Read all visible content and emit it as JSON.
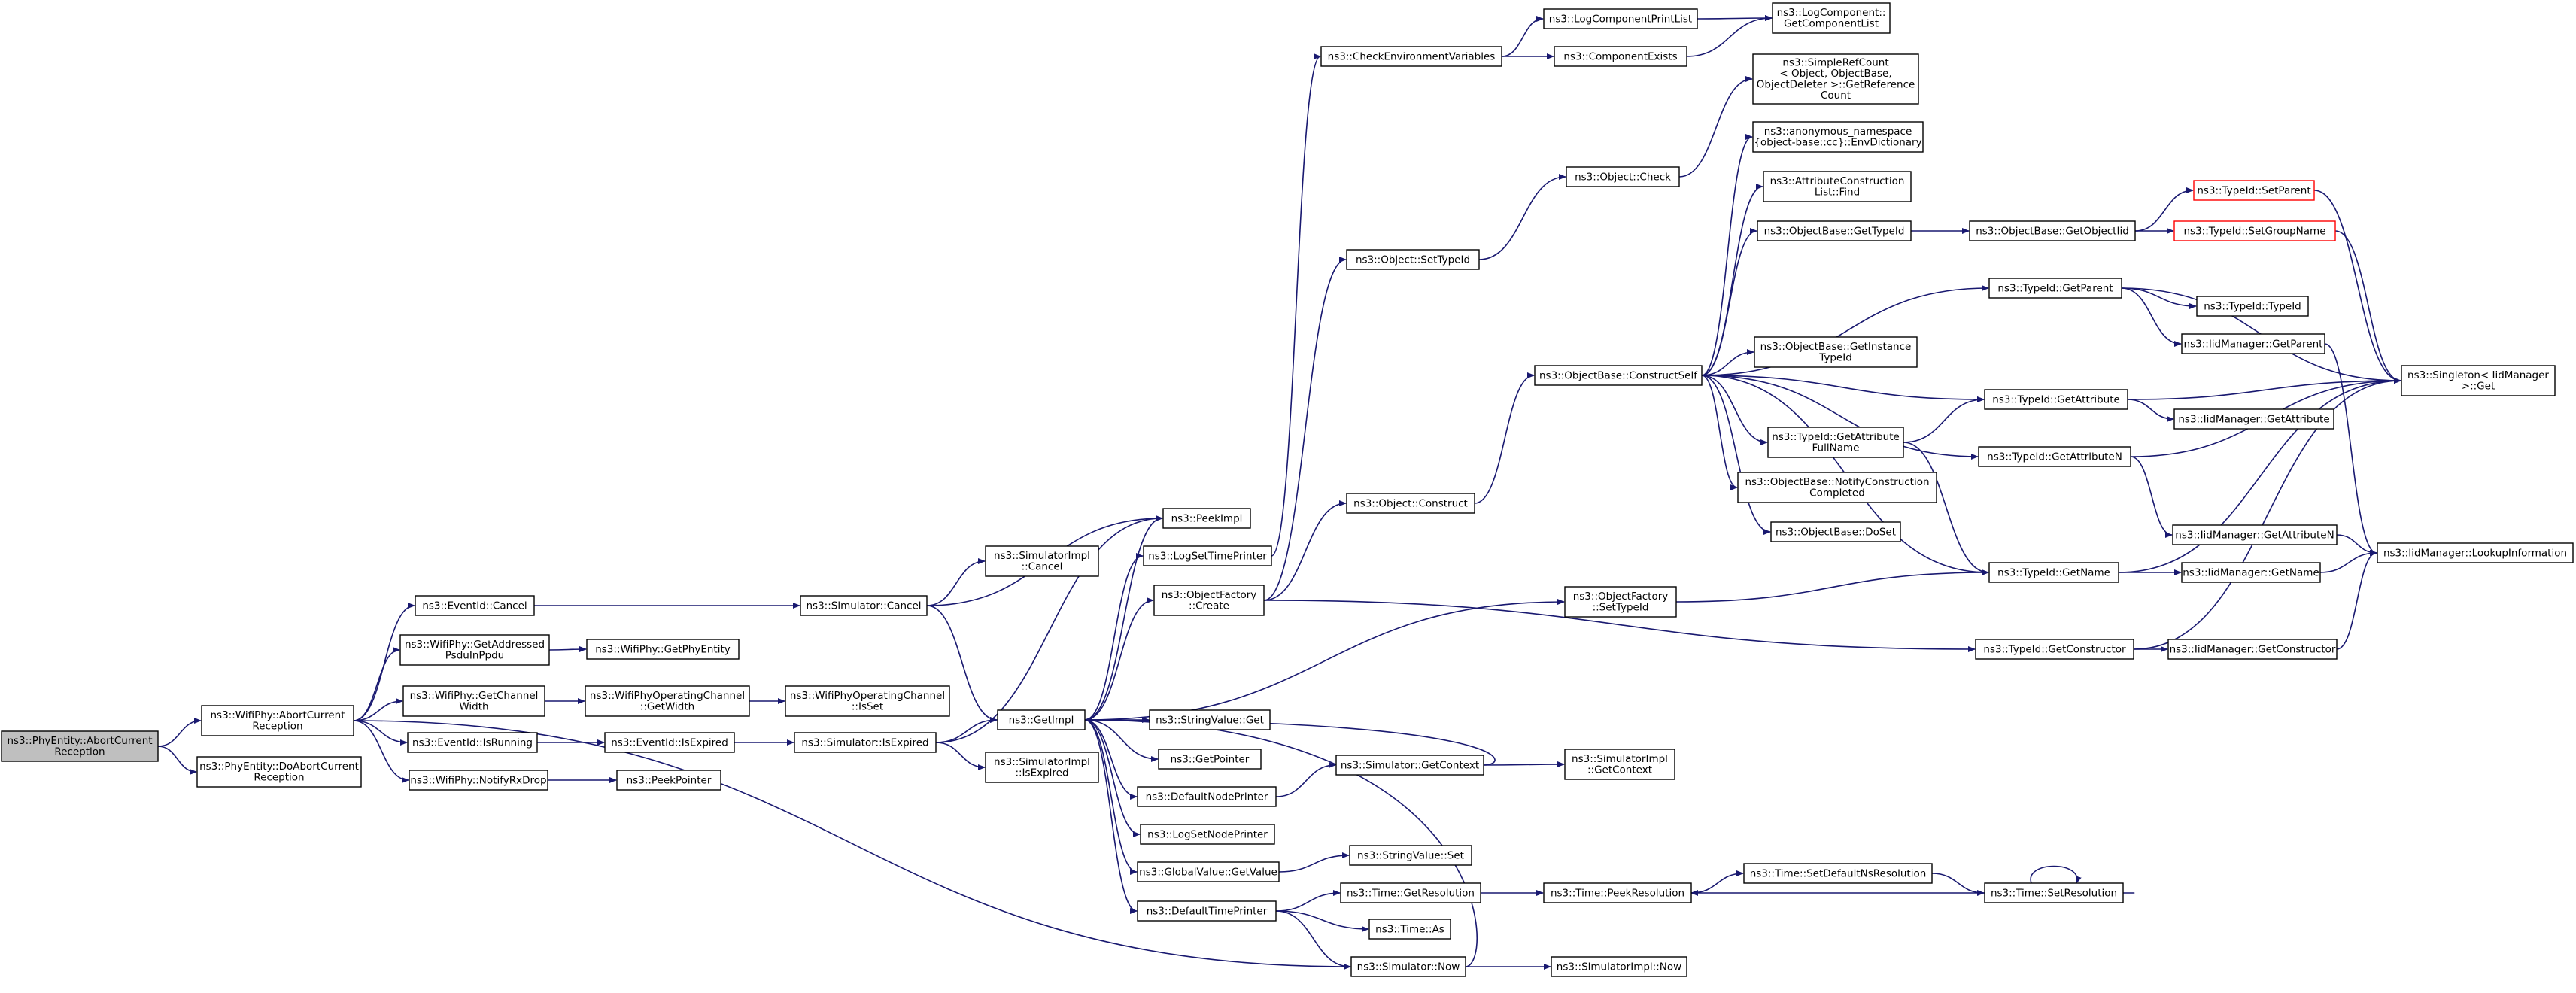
{
  "nodes": [
    {
      "id": "root",
      "lines": [
        "ns3::PhyEntity::AbortCurrent",
        "Reception"
      ],
      "style": "root"
    },
    {
      "id": "abort",
      "lines": [
        "ns3::WifiPhy::AbortCurrent",
        "Reception"
      ]
    },
    {
      "id": "doabort",
      "lines": [
        "ns3::PhyEntity::DoAbortCurrent",
        "Reception"
      ]
    },
    {
      "id": "evcancel",
      "lines": [
        "ns3::EventId::Cancel"
      ]
    },
    {
      "id": "getaddr",
      "lines": [
        "ns3::WifiPhy::GetAddressed",
        "PsduInPpdu"
      ]
    },
    {
      "id": "getphyent",
      "lines": [
        "ns3::WifiPhy::GetPhyEntity"
      ]
    },
    {
      "id": "getchw",
      "lines": [
        "ns3::WifiPhy::GetChannel",
        "Width"
      ]
    },
    {
      "id": "opchgw",
      "lines": [
        "ns3::WifiPhyOperatingChannel",
        "::GetWidth"
      ]
    },
    {
      "id": "opchisset",
      "lines": [
        "ns3::WifiPhyOperatingChannel",
        "::IsSet"
      ]
    },
    {
      "id": "isrunning",
      "lines": [
        "ns3::EventId::IsRunning"
      ]
    },
    {
      "id": "isexpired",
      "lines": [
        "ns3::EventId::IsExpired"
      ]
    },
    {
      "id": "notifyrx",
      "lines": [
        "ns3::WifiPhy::NotifyRxDrop"
      ]
    },
    {
      "id": "peekptr",
      "lines": [
        "ns3::PeekPointer"
      ]
    },
    {
      "id": "simcancel",
      "lines": [
        "ns3::Simulator::Cancel"
      ]
    },
    {
      "id": "simimplcancel",
      "lines": [
        "ns3::SimulatorImpl",
        "::Cancel"
      ]
    },
    {
      "id": "simisexpired",
      "lines": [
        "ns3::Simulator::IsExpired"
      ]
    },
    {
      "id": "simimplisexp",
      "lines": [
        "ns3::SimulatorImpl",
        "::IsExpired"
      ]
    },
    {
      "id": "getimpl",
      "lines": [
        "ns3::GetImpl"
      ]
    },
    {
      "id": "peekimpl",
      "lines": [
        "ns3::PeekImpl"
      ]
    },
    {
      "id": "logsettime",
      "lines": [
        "ns3::LogSetTimePrinter"
      ]
    },
    {
      "id": "objfactcreate",
      "lines": [
        "ns3::ObjectFactory",
        "::Create"
      ]
    },
    {
      "id": "strvalget",
      "lines": [
        "ns3::StringValue::Get"
      ]
    },
    {
      "id": "getpointer",
      "lines": [
        "ns3::GetPointer"
      ]
    },
    {
      "id": "defnodeprinter",
      "lines": [
        "ns3::DefaultNodePrinter"
      ]
    },
    {
      "id": "logsetnode",
      "lines": [
        "ns3::LogSetNodePrinter"
      ]
    },
    {
      "id": "globalget",
      "lines": [
        "ns3::GlobalValue::GetValue"
      ]
    },
    {
      "id": "deftimeprinter",
      "lines": [
        "ns3::DefaultTimePrinter"
      ]
    },
    {
      "id": "checkenv",
      "lines": [
        "ns3::CheckEnvironmentVariables"
      ]
    },
    {
      "id": "logcompprint",
      "lines": [
        "ns3::LogComponentPrintList"
      ]
    },
    {
      "id": "logcompget",
      "lines": [
        "ns3::LogComponent::",
        "GetComponentList"
      ]
    },
    {
      "id": "compexists",
      "lines": [
        "ns3::ComponentExists"
      ]
    },
    {
      "id": "objsettypeid",
      "lines": [
        "ns3::Object::SetTypeId"
      ]
    },
    {
      "id": "objcheck",
      "lines": [
        "ns3::Object::Check"
      ]
    },
    {
      "id": "objconstruct",
      "lines": [
        "ns3::Object::Construct"
      ]
    },
    {
      "id": "constructself",
      "lines": [
        "ns3::ObjectBase::ConstructSelf"
      ]
    },
    {
      "id": "simplerefcount",
      "lines": [
        "ns3::SimpleRefCount",
        "< Object, ObjectBase,",
        "ObjectDeleter >::GetReference",
        "Count"
      ]
    },
    {
      "id": "anonenv",
      "lines": [
        "ns3::anonymous_namespace",
        "{object-base::cc}::EnvDictionary"
      ]
    },
    {
      "id": "attrconstr",
      "lines": [
        "ns3::AttributeConstruction",
        "List::Find"
      ]
    },
    {
      "id": "obgettypeid",
      "lines": [
        "ns3::ObjectBase::GetTypeId"
      ]
    },
    {
      "id": "obgetinst",
      "lines": [
        "ns3::ObjectBase::GetInstance",
        "TypeId"
      ]
    },
    {
      "id": "tidgetattrfull",
      "lines": [
        "ns3::TypeId::GetAttribute",
        "FullName"
      ]
    },
    {
      "id": "obnotify",
      "lines": [
        "ns3::ObjectBase::NotifyConstruction",
        "Completed"
      ]
    },
    {
      "id": "obdoset",
      "lines": [
        "ns3::ObjectBase::DoSet"
      ]
    },
    {
      "id": "objfactsettid",
      "lines": [
        "ns3::ObjectFactory",
        "::SetTypeId"
      ]
    },
    {
      "id": "simgetctx",
      "lines": [
        "ns3::Simulator::GetContext"
      ]
    },
    {
      "id": "simimplgetctx",
      "lines": [
        "ns3::SimulatorImpl",
        "::GetContext"
      ]
    },
    {
      "id": "strvalset",
      "lines": [
        "ns3::StringValue::Set"
      ]
    },
    {
      "id": "timegetres",
      "lines": [
        "ns3::Time::GetResolution"
      ]
    },
    {
      "id": "timeas",
      "lines": [
        "ns3::Time::As"
      ]
    },
    {
      "id": "simnow",
      "lines": [
        "ns3::Simulator::Now"
      ]
    },
    {
      "id": "simimplnow",
      "lines": [
        "ns3::SimulatorImpl::Now"
      ]
    },
    {
      "id": "timepeekres",
      "lines": [
        "ns3::Time::PeekResolution"
      ]
    },
    {
      "id": "timesetdef",
      "lines": [
        "ns3::Time::SetDefaultNsResolution"
      ]
    },
    {
      "id": "timesetres",
      "lines": [
        "ns3::Time::SetResolution"
      ]
    },
    {
      "id": "obgetobjtid",
      "lines": [
        "ns3::ObjectBase::GetObjectIid"
      ]
    },
    {
      "id": "tidsetparent",
      "lines": [
        "ns3::TypeId::SetParent"
      ],
      "style": "red"
    },
    {
      "id": "tidsetgroup",
      "lines": [
        "ns3::TypeId::SetGroupName"
      ],
      "style": "red"
    },
    {
      "id": "tidgetparent",
      "lines": [
        "ns3::TypeId::GetParent"
      ]
    },
    {
      "id": "tidtypeid",
      "lines": [
        "ns3::TypeId::TypeId"
      ]
    },
    {
      "id": "iidgetparent",
      "lines": [
        "ns3::IidManager::GetParent"
      ]
    },
    {
      "id": "tidgetattr",
      "lines": [
        "ns3::TypeId::GetAttribute"
      ]
    },
    {
      "id": "iidgetattr",
      "lines": [
        "ns3::IidManager::GetAttribute"
      ]
    },
    {
      "id": "tidgetattrn",
      "lines": [
        "ns3::TypeId::GetAttributeN"
      ]
    },
    {
      "id": "iidgetattrn",
      "lines": [
        "ns3::IidManager::GetAttributeN"
      ]
    },
    {
      "id": "tidgetname",
      "lines": [
        "ns3::TypeId::GetName"
      ]
    },
    {
      "id": "iidgetname",
      "lines": [
        "ns3::IidManager::GetName"
      ]
    },
    {
      "id": "tidgetconstr",
      "lines": [
        "ns3::TypeId::GetConstructor"
      ]
    },
    {
      "id": "iidgetconstr",
      "lines": [
        "ns3::IidManager::GetConstructor"
      ]
    },
    {
      "id": "singleton",
      "lines": [
        "ns3::Singleton< IidManager",
        ">::Get"
      ]
    },
    {
      "id": "iidlookup",
      "lines": [
        "ns3::IidManager::LookupInformation"
      ]
    }
  ],
  "edges": [
    [
      "root",
      "abort"
    ],
    [
      "root",
      "doabort"
    ],
    [
      "abort",
      "evcancel"
    ],
    [
      "abort",
      "getaddr"
    ],
    [
      "abort",
      "getchw"
    ],
    [
      "abort",
      "isrunning"
    ],
    [
      "abort",
      "notifyrx"
    ],
    [
      "abort",
      "simnow"
    ],
    [
      "getaddr",
      "getphyent"
    ],
    [
      "getchw",
      "opchgw"
    ],
    [
      "opchgw",
      "opchisset"
    ],
    [
      "isrunning",
      "isexpired"
    ],
    [
      "isexpired",
      "simisexpired"
    ],
    [
      "notifyrx",
      "peekptr"
    ],
    [
      "evcancel",
      "simcancel"
    ],
    [
      "simcancel",
      "simimplcancel"
    ],
    [
      "simcancel",
      "getimpl"
    ],
    [
      "simcancel",
      "peekimpl"
    ],
    [
      "simisexpired",
      "getimpl"
    ],
    [
      "simisexpired",
      "simimplisexp"
    ],
    [
      "simisexpired",
      "peekimpl"
    ],
    [
      "getimpl",
      "peekimpl"
    ],
    [
      "getimpl",
      "logsettime"
    ],
    [
      "getimpl",
      "objfactcreate"
    ],
    [
      "getimpl",
      "strvalget"
    ],
    [
      "getimpl",
      "getpointer"
    ],
    [
      "getimpl",
      "defnodeprinter"
    ],
    [
      "getimpl",
      "logsetnode"
    ],
    [
      "getimpl",
      "globalget"
    ],
    [
      "getimpl",
      "deftimeprinter"
    ],
    [
      "getimpl",
      "objfactsettid"
    ],
    [
      "logsettime",
      "checkenv"
    ],
    [
      "checkenv",
      "logcompprint"
    ],
    [
      "checkenv",
      "compexists"
    ],
    [
      "logcompprint",
      "logcompget"
    ],
    [
      "compexists",
      "logcompget"
    ],
    [
      "objfactcreate",
      "objsettypeid"
    ],
    [
      "objfactcreate",
      "objconstruct"
    ],
    [
      "objfactcreate",
      "tidgetconstr"
    ],
    [
      "objsettypeid",
      "objcheck"
    ],
    [
      "objcheck",
      "simplerefcount"
    ],
    [
      "objconstruct",
      "constructself"
    ],
    [
      "constructself",
      "anonenv"
    ],
    [
      "constructself",
      "attrconstr"
    ],
    [
      "constructself",
      "obgettypeid"
    ],
    [
      "constructself",
      "tidgetparent"
    ],
    [
      "constructself",
      "obgetinst"
    ],
    [
      "constructself",
      "tidgetattr"
    ],
    [
      "constructself",
      "tidgetattrn"
    ],
    [
      "constructself",
      "tidgetattrfull"
    ],
    [
      "constructself",
      "obnotify"
    ],
    [
      "constructself",
      "obdoset"
    ],
    [
      "constructself",
      "tidgetname"
    ],
    [
      "obgettypeid",
      "obgetobjtid"
    ],
    [
      "obgetobjtid",
      "tidsetparent"
    ],
    [
      "obgetobjtid",
      "tidsetgroup"
    ],
    [
      "tidsetparent",
      "singleton"
    ],
    [
      "tidsetgroup",
      "singleton"
    ],
    [
      "tidgetparent",
      "tidtypeid"
    ],
    [
      "tidgetparent",
      "iidgetparent"
    ],
    [
      "tidgetparent",
      "singleton"
    ],
    [
      "iidgetparent",
      "iidlookup"
    ],
    [
      "tidgetattr",
      "iidgetattr"
    ],
    [
      "tidgetattr",
      "singleton"
    ],
    [
      "tidgetattrfull",
      "tidgetattr"
    ],
    [
      "tidgetattrfull",
      "tidgetname"
    ],
    [
      "tidgetattrn",
      "iidgetattrn"
    ],
    [
      "tidgetattrn",
      "singleton"
    ],
    [
      "iidgetattrn",
      "iidlookup"
    ],
    [
      "tidgetname",
      "iidgetname"
    ],
    [
      "tidgetname",
      "singleton"
    ],
    [
      "iidgetname",
      "iidlookup"
    ],
    [
      "objfactsettid",
      "tidgetname"
    ],
    [
      "tidgetconstr",
      "iidgetconstr"
    ],
    [
      "tidgetconstr",
      "singleton"
    ],
    [
      "iidgetconstr",
      "iidlookup"
    ],
    [
      "defnodeprinter",
      "simgetctx"
    ],
    [
      "simgetctx",
      "simimplgetctx"
    ],
    [
      "simgetctx",
      "getimpl"
    ],
    [
      "globalget",
      "strvalset"
    ],
    [
      "deftimeprinter",
      "timegetres"
    ],
    [
      "deftimeprinter",
      "timeas"
    ],
    [
      "deftimeprinter",
      "simnow"
    ],
    [
      "timegetres",
      "timepeekres"
    ],
    [
      "timepeekres",
      "timesetdef"
    ],
    [
      "timesetdef",
      "timesetres"
    ],
    [
      "timesetres",
      "timepeekres"
    ],
    [
      "timesetres",
      "timesetres"
    ],
    [
      "simnow",
      "simimplnow"
    ],
    [
      "simnow",
      "getimpl"
    ]
  ]
}
